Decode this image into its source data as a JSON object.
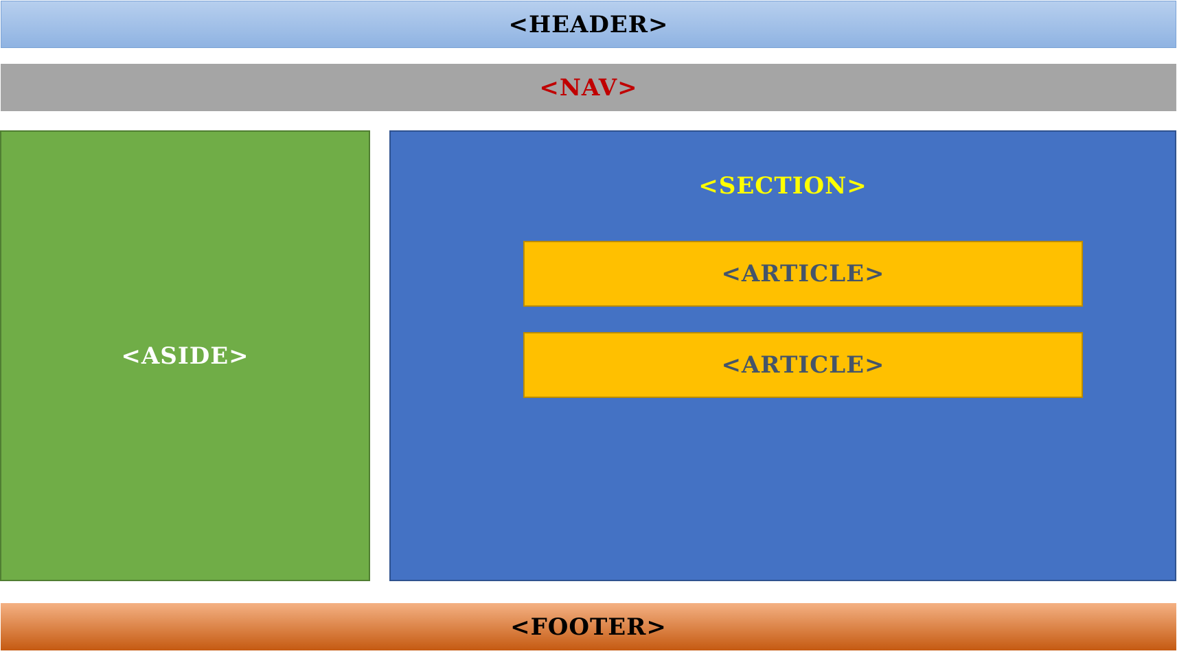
{
  "header": {
    "label": "<HEADER>",
    "bg_top": "#b7cfee",
    "bg_bottom": "#8fb3e2",
    "text_color": "#000000"
  },
  "nav": {
    "label": "<NAV>",
    "bg": "#a5a5a5",
    "text_color": "#c00000"
  },
  "aside": {
    "label": "<ASIDE>",
    "bg": "#70ad47",
    "text_color": "#ffffff"
  },
  "section": {
    "label": "<SECTION>",
    "bg": "#4472c4",
    "text_color": "#ffff00",
    "articles": [
      {
        "label": "<ARTICLE>"
      },
      {
        "label": "<ARTICLE>"
      }
    ],
    "article_bg": "#ffc000",
    "article_text_color": "#44546a"
  },
  "footer": {
    "label": "<FOOTER>",
    "bg_top": "#f4b183",
    "bg_bottom": "#c55a11",
    "text_color": "#000000"
  }
}
